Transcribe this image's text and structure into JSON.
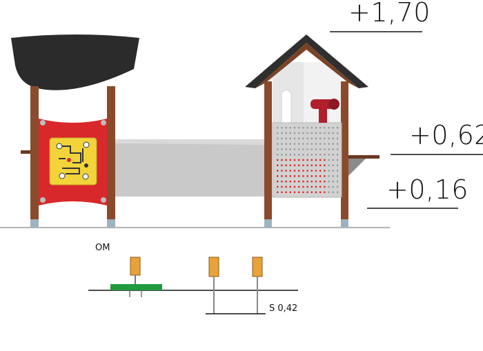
{
  "levels": {
    "top": "+1,70",
    "platform_high": "+0,62",
    "platform_low": "+0,16"
  },
  "foundation": {
    "label_left": "OM",
    "label_right": "S 0,42"
  },
  "colors": {
    "post_wood": "#8b4a2b",
    "roof_dark": "#2b2b2b",
    "panel_red": "#d9282b",
    "panel_yellow": "#f2d43a",
    "metal_grey": "#c9c9c9",
    "house_white": "#f2f2f2",
    "telescope_red": "#b11f2c",
    "footing_orange": "#e8a23a",
    "footing_green": "#1f9a3d"
  },
  "icons": [
    "telescope-icon",
    "play-panel-icon"
  ]
}
